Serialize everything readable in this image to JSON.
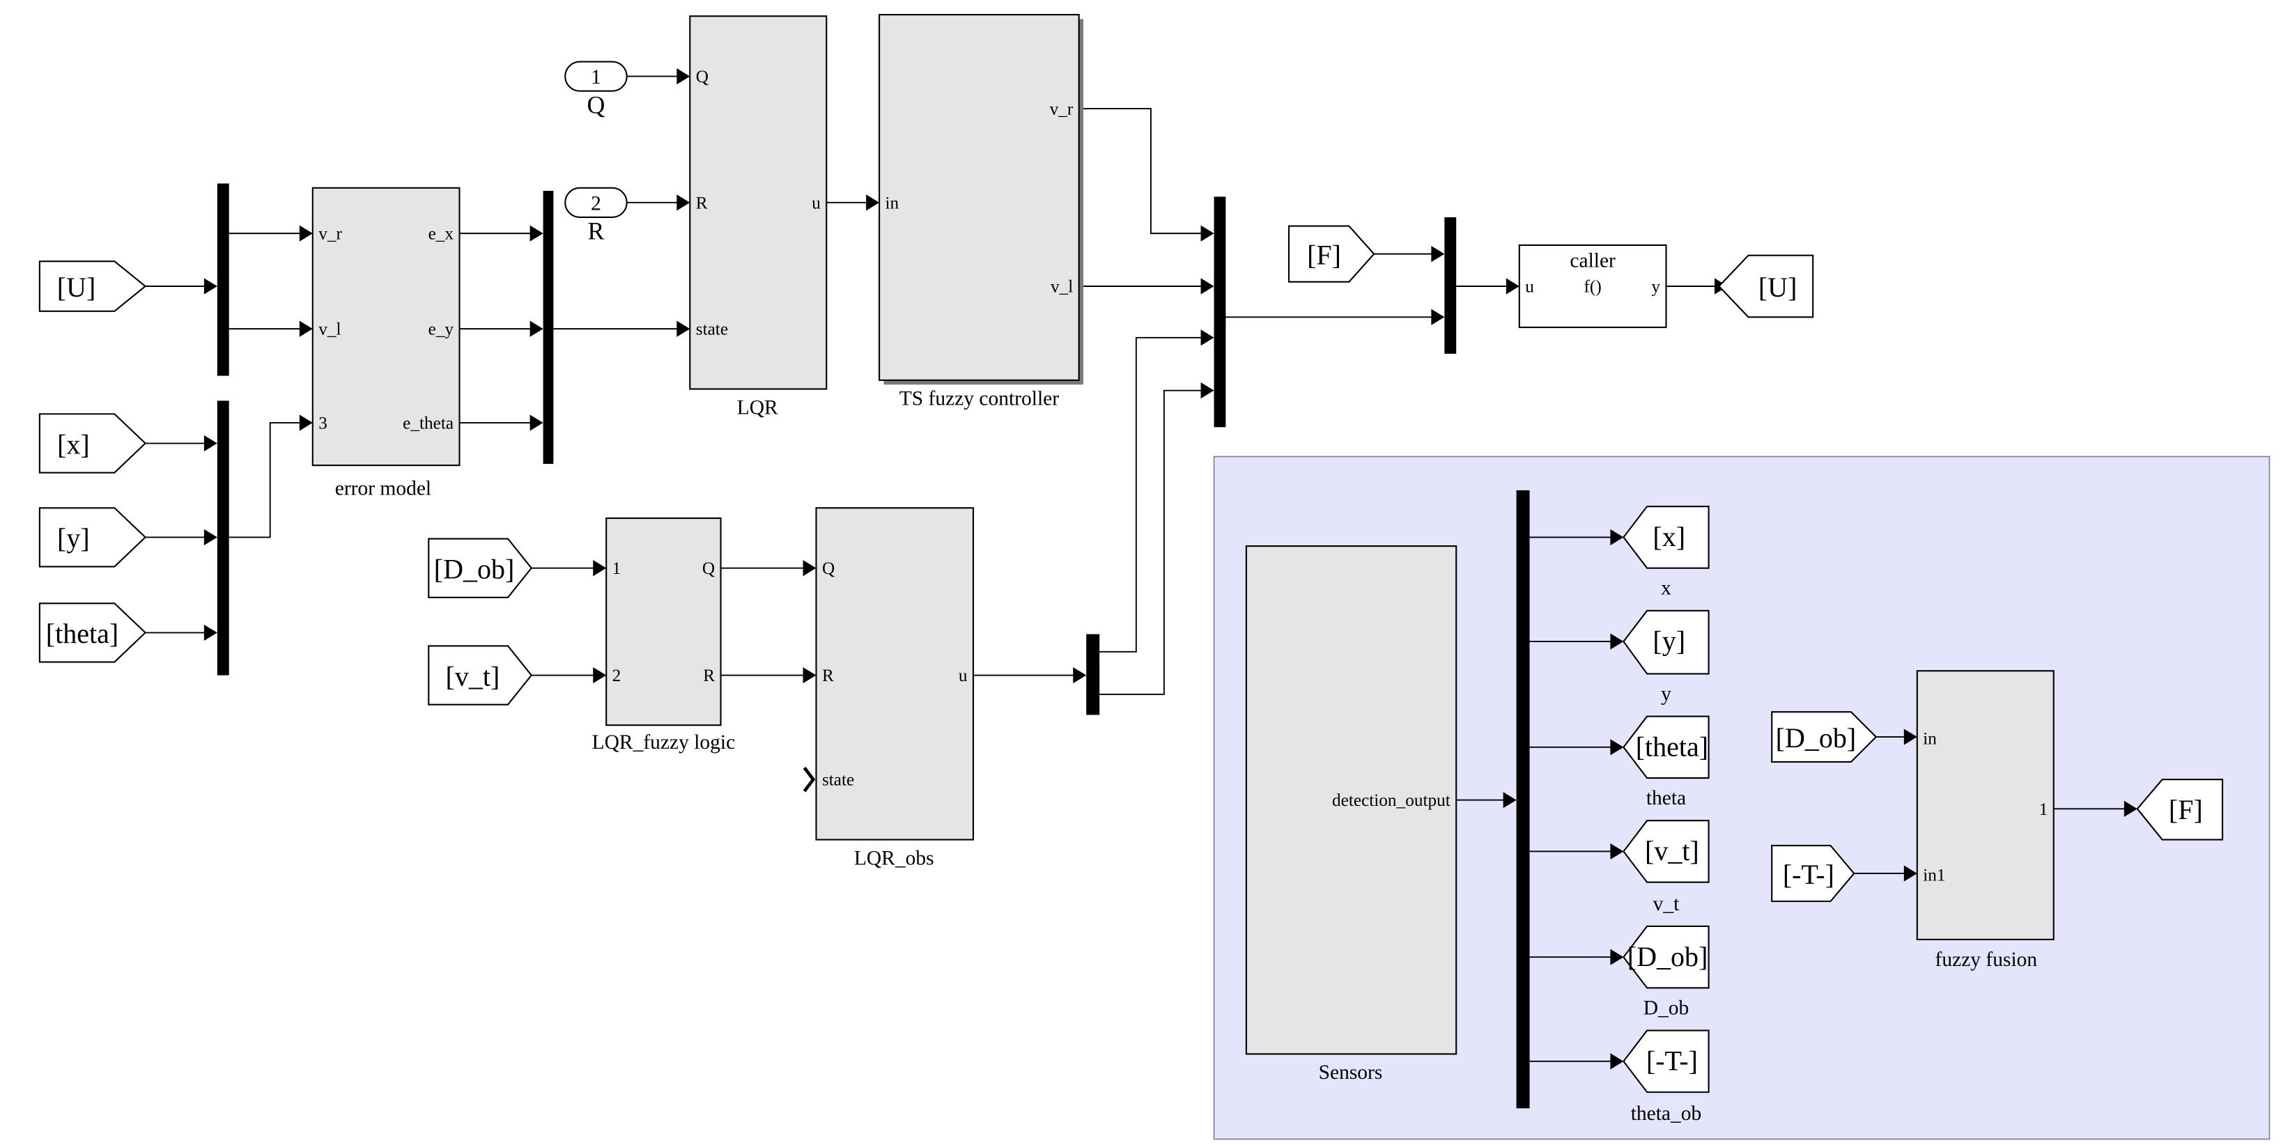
{
  "diagram": {
    "inports": {
      "q": {
        "number": "1",
        "name": "Q"
      },
      "r": {
        "number": "2",
        "name": "R"
      }
    },
    "from_tags": {
      "u_left": "[U]",
      "x": "[x]",
      "y": "[y]",
      "theta": "[theta]",
      "d_ob": "[D_ob]",
      "v_t": "[v_t]",
      "f": "[F]",
      "d_ob_fusion": "[D_ob]",
      "t_fusion": "[-T-]"
    },
    "goto_tags": {
      "u_right": "[U]",
      "x": {
        "tag": "[x]",
        "name": "x"
      },
      "y": {
        "tag": "[y]",
        "name": "y"
      },
      "theta": {
        "tag": "[theta]",
        "name": "theta"
      },
      "v_t": {
        "tag": "[v_t]",
        "name": "v_t"
      },
      "d_ob": {
        "tag": "[D_ob]",
        "name": "D_ob"
      },
      "t": {
        "tag": "[-T-]",
        "name": "theta_ob"
      },
      "f": "[F]"
    },
    "blocks": {
      "error_model": {
        "name": "error model",
        "inputs": [
          "v_r",
          "v_l",
          "3"
        ],
        "outputs": [
          "e_x",
          "e_y",
          "e_theta"
        ]
      },
      "lqr": {
        "name": "LQR",
        "inputs": [
          "Q",
          "R",
          "state"
        ],
        "outputs": [
          "u"
        ]
      },
      "ts_fuzzy": {
        "name": "TS fuzzy controller",
        "inputs": [
          "in"
        ],
        "outputs": [
          "v_r",
          "v_l"
        ]
      },
      "caller": {
        "name": "caller",
        "body": "f()",
        "inputs": [
          "u"
        ],
        "outputs": [
          "y"
        ]
      },
      "lqr_fuzzy": {
        "name": "LQR_fuzzy logic",
        "inputs": [
          "1",
          "2"
        ],
        "outputs": [
          "Q",
          "R"
        ]
      },
      "lqr_obs": {
        "name": "LQR_obs",
        "inputs": [
          "Q",
          "R",
          "state"
        ],
        "outputs": [
          "u"
        ]
      },
      "sensors": {
        "name": "Sensors",
        "outputs": [
          "detection_output"
        ]
      },
      "fuzzy_fusion": {
        "name": "fuzzy fusion",
        "inputs": [
          "in",
          "in1"
        ],
        "outputs": [
          "1"
        ]
      }
    },
    "colors": {
      "block_fill": "#e5e5e5",
      "subsystem_area": "#e4e4fa",
      "bus_bar": "#000000"
    }
  }
}
